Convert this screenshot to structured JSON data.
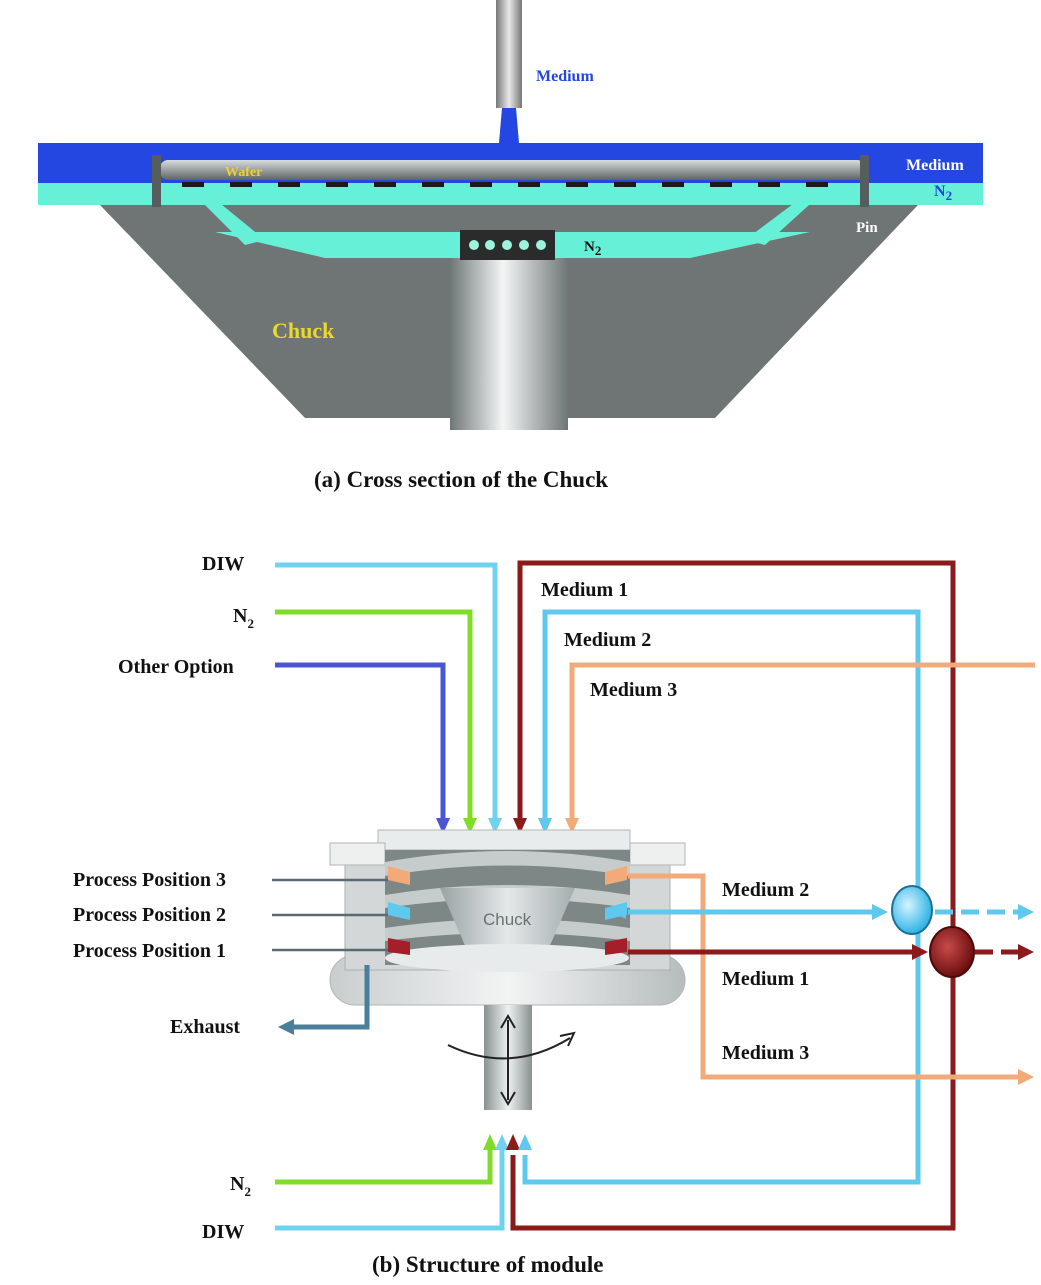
{
  "top": {
    "nozzle_label": "Medium",
    "medium_layer_label": "Medium",
    "n2_layer_label": "N",
    "n2_layer_sub": "2",
    "wafer_label": "Wafer",
    "pin_label": "Pin",
    "n2_inlet_label": "N",
    "n2_inlet_sub": "2",
    "chuck_label": "Chuck",
    "caption": "(a) Cross section of the Chuck"
  },
  "bottom": {
    "inputs": {
      "diw": "DIW",
      "n2": "N",
      "n2_sub": "2",
      "other": "Other Option",
      "medium1": "Medium 1",
      "medium2": "Medium 2",
      "medium3": "Medium 3"
    },
    "positions": [
      "Process Position 3",
      "Process Position 2",
      "Process Position 1"
    ],
    "exhaust": "Exhaust",
    "chuck": "Chuck",
    "outputs": {
      "medium2": "Medium 2",
      "medium1": "Medium 1",
      "medium3": "Medium 3"
    },
    "lower_inputs": {
      "n2": "N",
      "n2_sub": "2",
      "diw": "DIW"
    },
    "caption": "(b) Structure of module"
  },
  "colors": {
    "diw": "#6fd3f0",
    "n2": "#7fdc2a",
    "other": "#4a55d6",
    "medium1": "#8b1a1a",
    "medium2": "#5fc8ee",
    "medium3": "#f2aa78",
    "medium_blue": "#2347e0",
    "n2_layer": "#66f0d8",
    "chuck_gray": "#6e7574",
    "chuck_text": "#ecd72b"
  }
}
